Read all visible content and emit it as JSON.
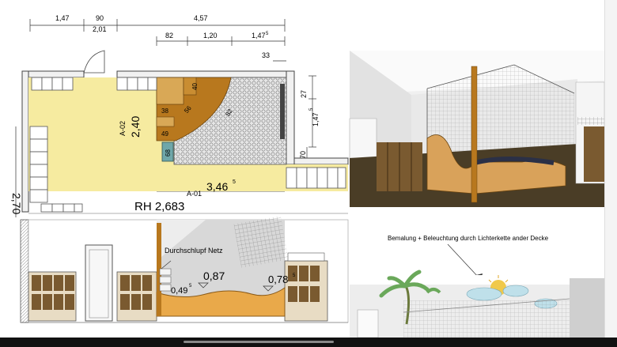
{
  "plan": {
    "dims_top": [
      "1,47",
      "90",
      "2,01",
      "4,57"
    ],
    "dims_second": [
      "82",
      "1,20",
      "1,47"
    ],
    "dims_second_sup": "5",
    "dim_33": "33",
    "dim_27": "27",
    "dim_147_right": "1,47",
    "dim_147_right_sup": "5",
    "dim_70": "70",
    "dim_240": "2,40",
    "dim_270": "2,70",
    "dim_346": "3,46",
    "dim_346_sup": "5",
    "dim_40": "40",
    "dim_38": "38",
    "dim_56": "56",
    "dim_49": "49",
    "dim_68": "68",
    "dim_82_diag": "82",
    "section_a02": "A-02",
    "section_a01": "A-01",
    "room_height": "RH 2,683"
  },
  "elevation": {
    "label_net": "Durchschlupf Netz",
    "level_087": "0,87",
    "level_049": "0,49",
    "level_049_sup": "5",
    "level_078": "0,78",
    "level_078_sup": "5"
  },
  "render_bottom": {
    "caption": "Bemalung + Beleuchtung durch Lichterkette ander Decke"
  },
  "colors": {
    "floor_yellow": "#f6eba0",
    "platform_brown": "#b8781e",
    "platform_light": "#d9a856",
    "net_grey": "#cfcfcf",
    "box_teal": "#6fa7a9",
    "wall_dark": "#555555"
  }
}
